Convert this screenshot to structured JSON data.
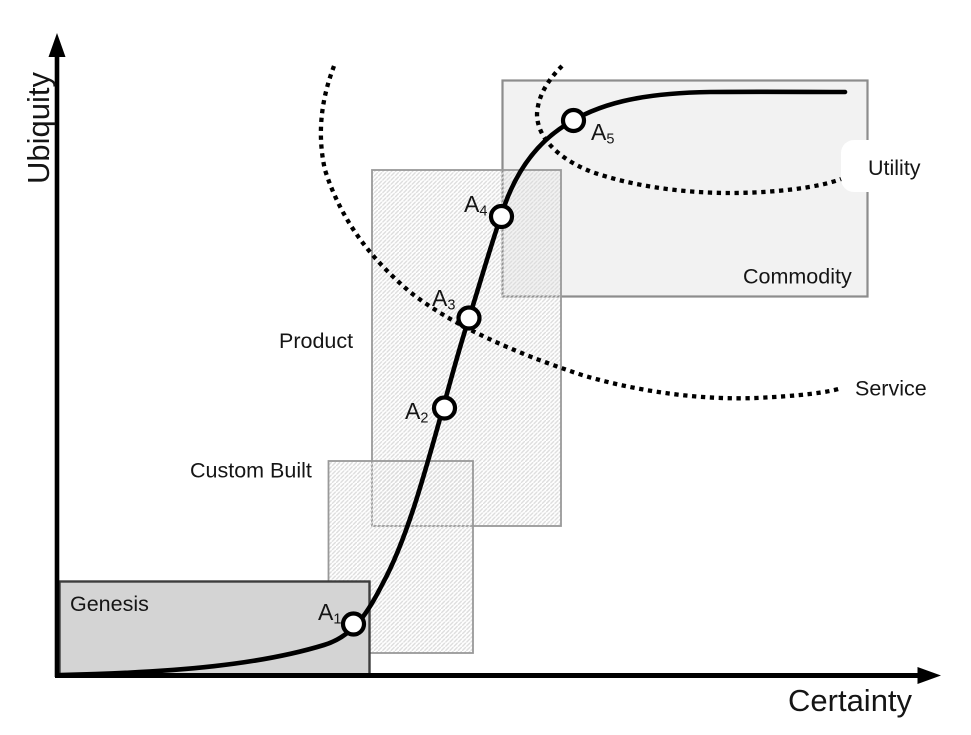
{
  "axes": {
    "y_label": "Ubiquity",
    "x_label": "Certainty"
  },
  "stages": [
    {
      "id": "genesis",
      "label": "Genesis"
    },
    {
      "id": "custom-built",
      "label": "Custom Built"
    },
    {
      "id": "product",
      "label": "Product"
    },
    {
      "id": "commodity",
      "label": "Commodity"
    }
  ],
  "curves": [
    {
      "id": "utility",
      "label": "Utility",
      "style": "dotted"
    },
    {
      "id": "service",
      "label": "Service",
      "style": "dotted"
    }
  ],
  "points": [
    {
      "base": "A",
      "sub": "1"
    },
    {
      "base": "A",
      "sub": "2"
    },
    {
      "base": "A",
      "sub": "3"
    },
    {
      "base": "A",
      "sub": "4"
    },
    {
      "base": "A",
      "sub": "5"
    }
  ],
  "colors": {
    "curve": "#000000",
    "genesis_fill": "#d4d4d4",
    "genesis_border": "#3d3d3d",
    "commodity_fill": "#f2f2f2",
    "hatch_line": "#dcdcdc",
    "box_border": "#999999",
    "text": "#151515"
  }
}
